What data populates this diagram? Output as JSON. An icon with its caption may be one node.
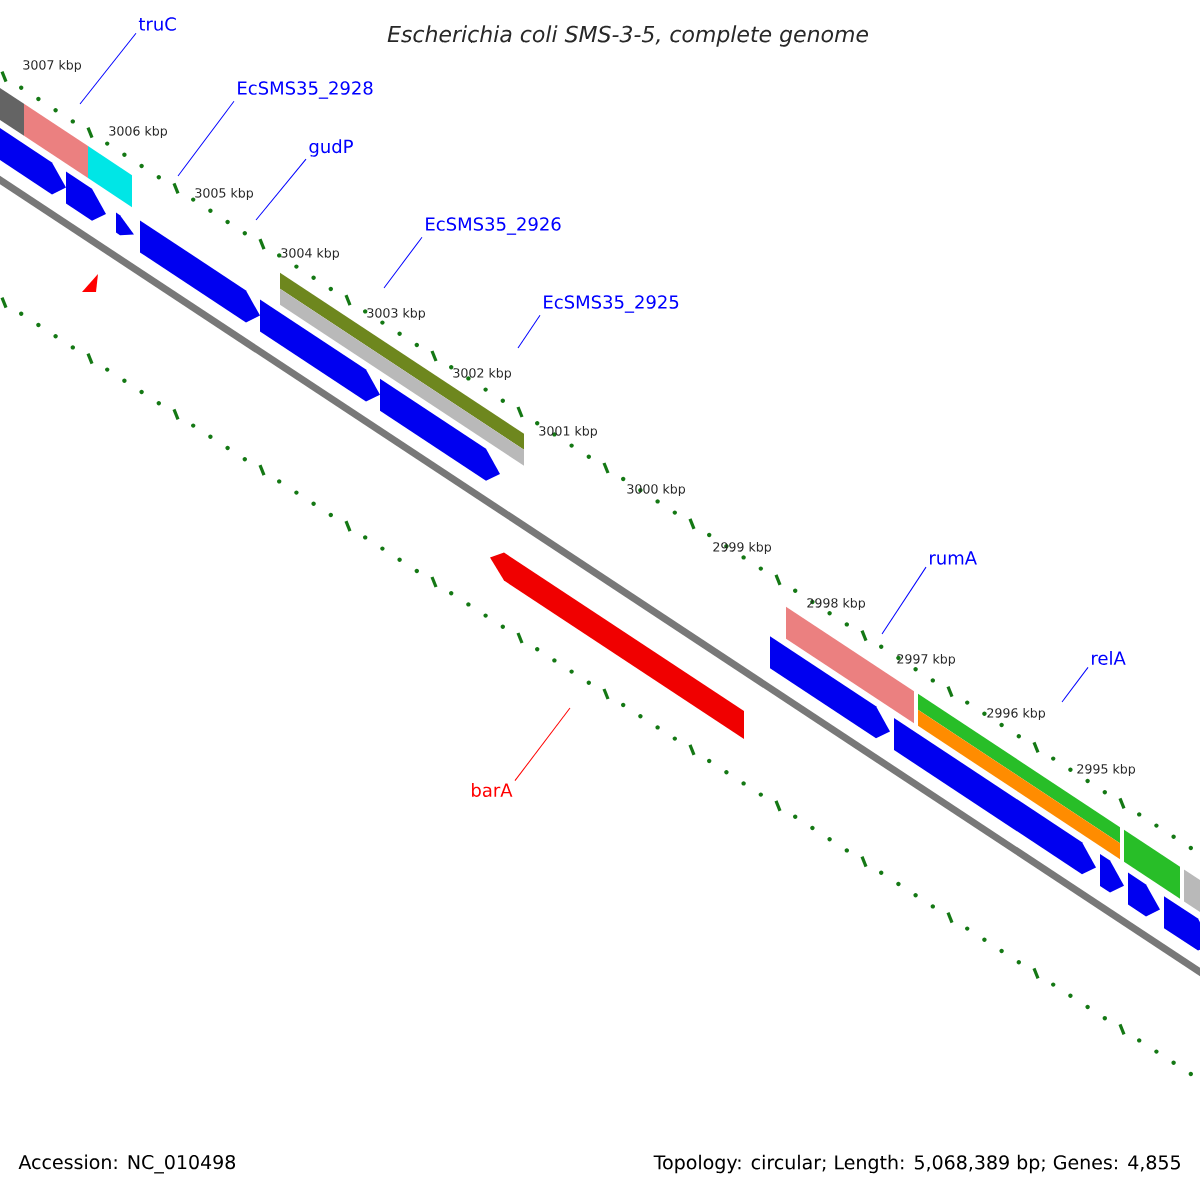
{
  "diagram": {
    "title": "Escherichia coli SMS-3-5, complete genome",
    "nodes": [
      {
        "text": [
          "truC"
        ]
      },
      {
        "text": [
          "EcSMS35_2928"
        ]
      },
      {
        "text": [
          "gudP"
        ]
      },
      {
        "text": [
          "EcSMS35_2926"
        ]
      },
      {
        "text": [
          "EcSMS35_2925"
        ]
      },
      {
        "text": [
          "rumA"
        ]
      },
      {
        "text": [
          "relA"
        ]
      },
      {
        "text": [
          "barA"
        ]
      }
    ],
    "edges": [
      {
        "from": 0,
        "to": null,
        "arrow": "none"
      },
      {
        "from": 1,
        "to": null,
        "arrow": "none"
      },
      {
        "from": 2,
        "to": null,
        "arrow": "none"
      },
      {
        "from": 3,
        "to": null,
        "arrow": "none"
      },
      {
        "from": 4,
        "to": null,
        "arrow": "none"
      },
      {
        "from": 5,
        "to": null,
        "arrow": "none"
      },
      {
        "from": 6,
        "to": null,
        "arrow": "none"
      },
      {
        "from": 7,
        "to": null,
        "arrow": "none",
        "color": "#ff0000"
      }
    ],
    "labels": [
      "3007 kbp",
      "3006 kbp",
      "3005 kbp",
      "3004 kbp",
      "3003 kbp",
      "3002 kbp",
      "3001 kbp",
      "3000 kbp",
      "2999 kbp",
      "2998 kbp",
      "2997 kbp",
      "2996 kbp",
      "2995 kbp",
      "Accession: NC_010498",
      "Topology: circular; Length: 5,068,389 bp; Genes: 4,855"
    ]
  }
}
